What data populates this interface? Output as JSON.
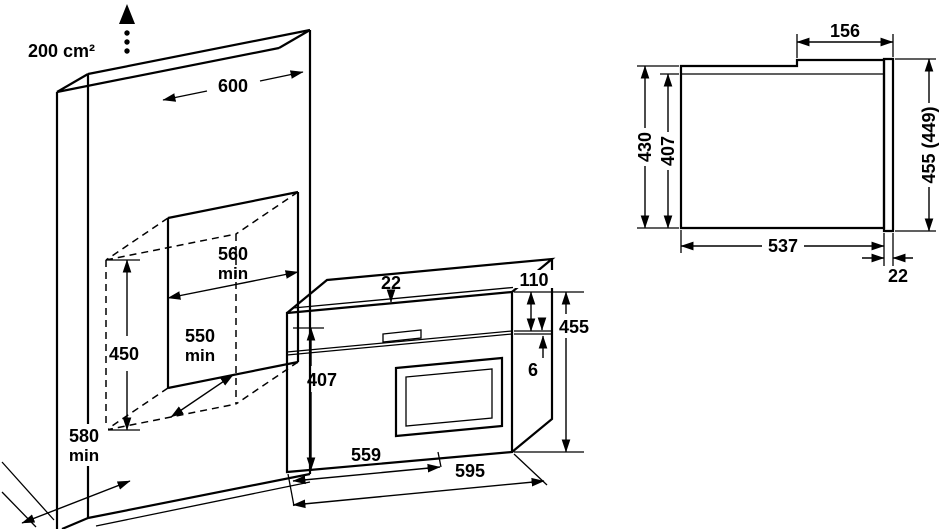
{
  "figure": {
    "background": "#ffffff",
    "line_color": "#000000"
  },
  "installation_view": {
    "ventilation_area": "200 cm²",
    "icons": {
      "ventilation_flow": "up-arrow-with-dots"
    },
    "dims": {
      "cabinet_width": "600",
      "niche_width": "560",
      "niche_width_qualifier": "min",
      "niche_height": "450",
      "niche_depth": "550",
      "niche_depth_qualifier": "min",
      "base_depth": "580",
      "base_depth_qualifier": "min",
      "top_clearance": "22",
      "control_panel_height": "110",
      "front_height": "455",
      "panel_gap": "6",
      "body_height": "407",
      "body_width": "559",
      "front_width": "595"
    }
  },
  "side_view": {
    "dims": {
      "top_recess": "156",
      "overall_height": "430",
      "inner_height": "407",
      "front_panel_height": "455 (449)",
      "body_depth": "537",
      "front_panel_thickness": "22"
    }
  }
}
